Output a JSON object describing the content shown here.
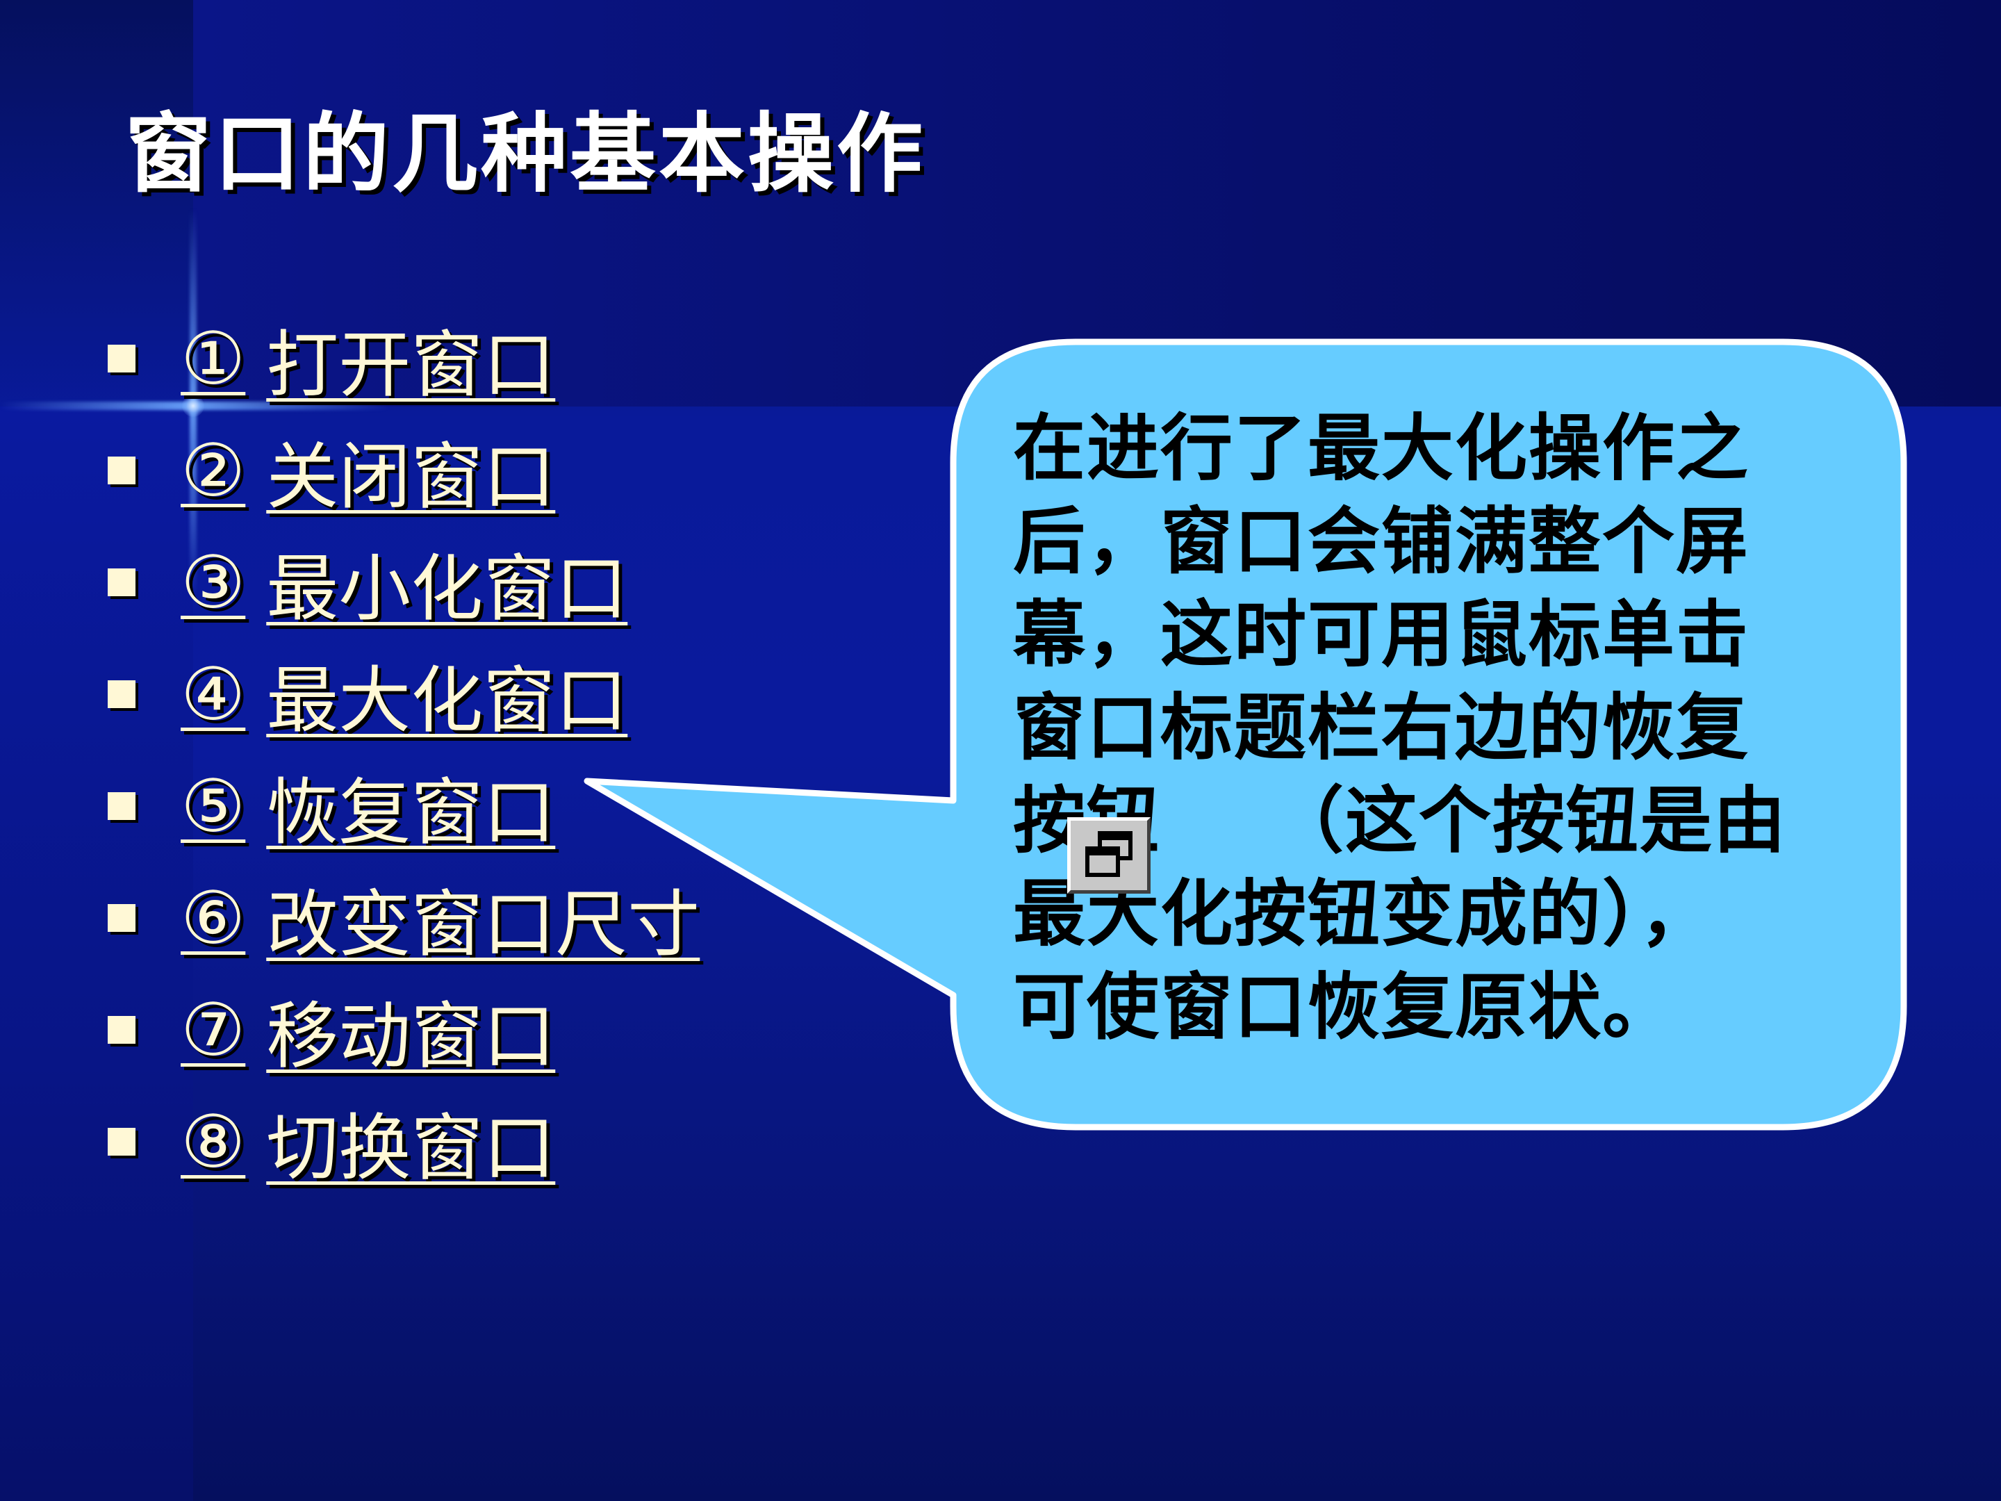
{
  "slide": {
    "title": "窗口的几种基本操作"
  },
  "menu": {
    "items": [
      {
        "num": "①",
        "label": "打开窗口"
      },
      {
        "num": "②",
        "label": "关闭窗口"
      },
      {
        "num": "③",
        "label": "最小化窗口"
      },
      {
        "num": "④",
        "label": "最大化窗口"
      },
      {
        "num": "⑤",
        "label": "恢复窗口"
      },
      {
        "num": "⑥",
        "label": "改变窗口尺寸"
      },
      {
        "num": "⑦",
        "label": "移动窗口"
      },
      {
        "num": "⑧",
        "label": "切换窗口"
      }
    ]
  },
  "callout": {
    "lines": [
      "在进行了最大化操作之",
      "后，窗口会铺满整个屏",
      "幕，这时可用鼠标单击",
      "窗口标题栏右边的恢复",
      "按钮　　（这个按钮是由",
      "最大化按钮变成的），",
      "可使窗口恢复原状。"
    ],
    "icon": "restore-window-icon"
  },
  "colors": {
    "background": "#0a1a9c",
    "title_text": "#ffffff",
    "menu_text": "#fff8d6",
    "callout_fill": "#66ccff",
    "callout_border": "#ffffff",
    "callout_text": "#000000",
    "button_face": "#c8c8c8"
  }
}
